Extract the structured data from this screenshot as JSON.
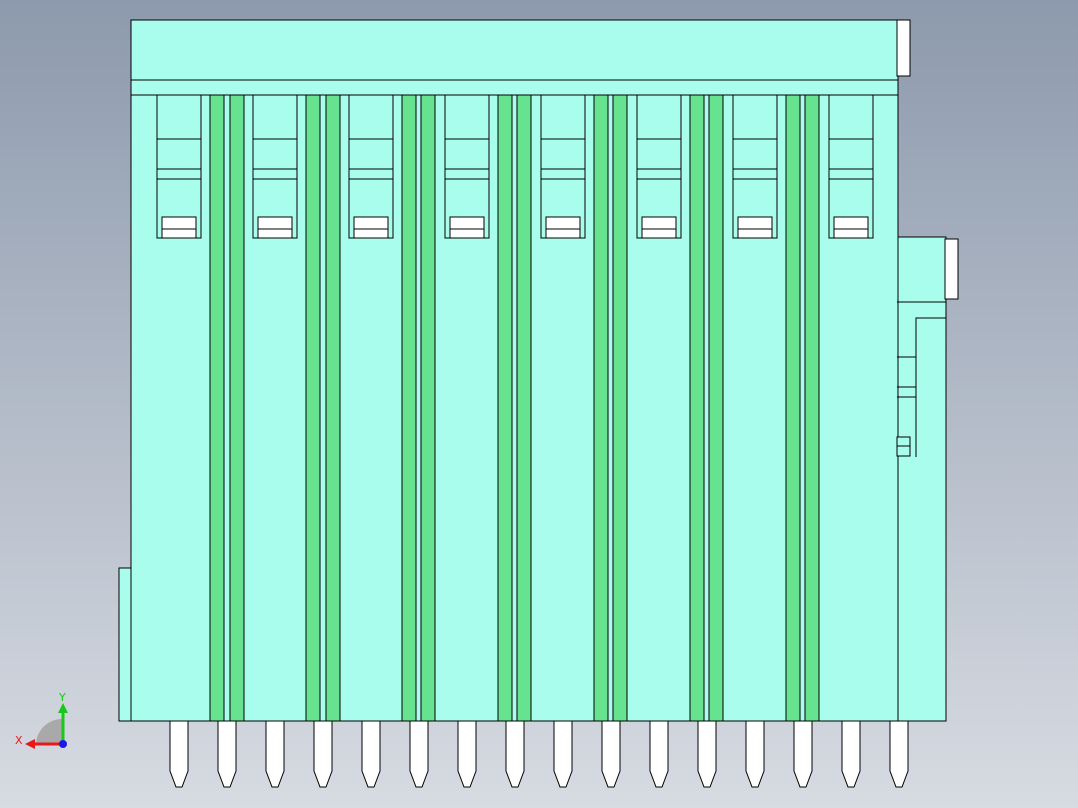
{
  "model": {
    "slots": 8,
    "pins": 16,
    "colors": {
      "body": "#a8fded",
      "rib": "#66e290",
      "outline": "#000000",
      "pin": "#ffffff",
      "background_top": "#8d9aad",
      "background_bottom": "#d7dbe2"
    }
  },
  "triad": {
    "x_label": "X",
    "y_label": "Y",
    "x_color": "#e81919",
    "y_color": "#19c819",
    "z_color": "#1919e8"
  }
}
